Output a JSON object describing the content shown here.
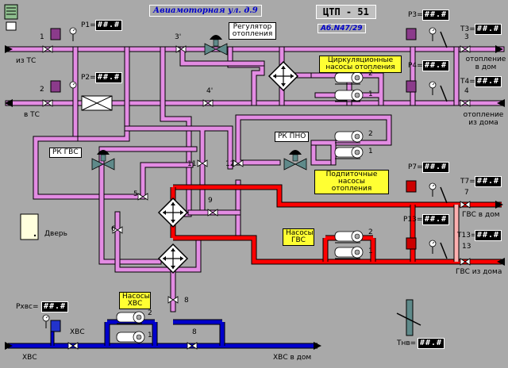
{
  "header": {
    "street": "Авиамоторная ул. д.9",
    "station": "ЦТП - 51",
    "address_code": "Аб.N47/29"
  },
  "labels": {
    "regulator_heating": "Регулятор отопления",
    "circ_pumps": "Циркуляционные насосы отопления",
    "rk_pno": "РК ПНО",
    "rk_gvs": "РК ГВС",
    "feed_pumps": "Подпиточные насосы отопления",
    "gvs_pumps": "Насосы ГВС",
    "hvs_pumps": "Насосы ХВС",
    "door": "Дверь",
    "from_ts": "из ТС",
    "to_ts": "в ТС",
    "heating_to_house": "отопление в дом",
    "heating_from_house": "отопление из дома",
    "gvs_to_house": "ГВС в дом",
    "gvs_from_house": "ГВС из дома",
    "hvs": "ХВС",
    "hvs_to_house": "ХВС в дом"
  },
  "readouts": {
    "p1": {
      "name": "P1=",
      "value": "##.#"
    },
    "p2": {
      "name": "P2=",
      "value": "##.#"
    },
    "p3": {
      "name": "P3=",
      "value": "##.#"
    },
    "t3": {
      "name": "T3=",
      "value": "##.#"
    },
    "p4": {
      "name": "P4=",
      "value": "##.#"
    },
    "t4": {
      "name": "T4=",
      "value": "##.#"
    },
    "p7": {
      "name": "P7=",
      "value": "##.#"
    },
    "t7": {
      "name": "T7=",
      "value": "##.#"
    },
    "p13": {
      "name": "P13=",
      "value": "##.#"
    },
    "t13": {
      "name": "T13=",
      "value": "##.#"
    },
    "phvs": {
      "name": "Pхвс=",
      "value": "##.#"
    },
    "thv": {
      "name": "Тнв=",
      "value": "##.#"
    }
  },
  "nodes": {
    "n1": "1",
    "n2": "2",
    "n3": "3",
    "n4": "4",
    "n3p": "3'",
    "n4p": "4'",
    "n5": "5",
    "n6": "6",
    "n7": "7",
    "n8": "8",
    "n8b": "8",
    "n9": "9",
    "n11": "11",
    "n12": "12",
    "n13": "13",
    "pump_c2": "2",
    "pump_c1": "1",
    "pump_f2": "2",
    "pump_f1": "1",
    "pump_g2": "2",
    "pump_g1": "1",
    "pump_h2": "2",
    "pump_h1": "1"
  },
  "colors": {
    "background": "#a9a9a9",
    "heating_pipe": "#e38ce3",
    "hot_water_pipe": "#ff0000",
    "cold_water_pipe": "#0000cc",
    "gvs_light_pipe": "#ffb0b0"
  }
}
